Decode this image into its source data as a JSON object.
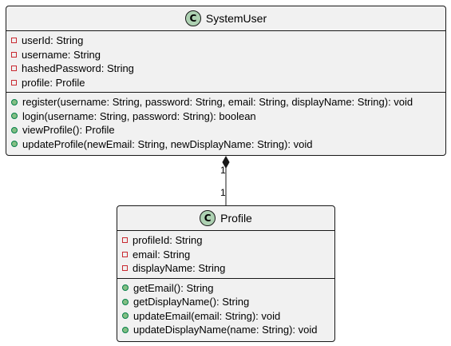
{
  "classes": [
    {
      "id": "SystemUser",
      "stereotype_letter": "C",
      "name": "SystemUser",
      "fields": [
        {
          "visibility": "private",
          "text": "userId: String"
        },
        {
          "visibility": "private",
          "text": "username: String"
        },
        {
          "visibility": "private",
          "text": "hashedPassword: String"
        },
        {
          "visibility": "private",
          "text": "profile: Profile"
        }
      ],
      "methods": [
        {
          "visibility": "public",
          "text": "register(username: String, password: String, email: String, displayName: String): void"
        },
        {
          "visibility": "public",
          "text": "login(username: String, password: String): boolean"
        },
        {
          "visibility": "public",
          "text": "viewProfile(): Profile"
        },
        {
          "visibility": "public",
          "text": "updateProfile(newEmail: String, newDisplayName: String): void"
        }
      ]
    },
    {
      "id": "Profile",
      "stereotype_letter": "C",
      "name": "Profile",
      "fields": [
        {
          "visibility": "private",
          "text": "profileId: String"
        },
        {
          "visibility": "private",
          "text": "email: String"
        },
        {
          "visibility": "private",
          "text": "displayName: String"
        }
      ],
      "methods": [
        {
          "visibility": "public",
          "text": "getEmail(): String"
        },
        {
          "visibility": "public",
          "text": "getDisplayName(): String"
        },
        {
          "visibility": "public",
          "text": "updateEmail(email: String): void"
        },
        {
          "visibility": "public",
          "text": "updateDisplayName(name: String): void"
        }
      ]
    }
  ],
  "relation": {
    "type": "composition",
    "from": "SystemUser",
    "to": "Profile",
    "from_multiplicity": "1",
    "to_multiplicity": "1"
  },
  "colors": {
    "class_fill": "#f1f1f1",
    "border": "#181818",
    "class_icon": "#add1b2",
    "private_marker": "#c82930",
    "public_marker_fill": "#84be84",
    "public_marker_border": "#038048"
  }
}
